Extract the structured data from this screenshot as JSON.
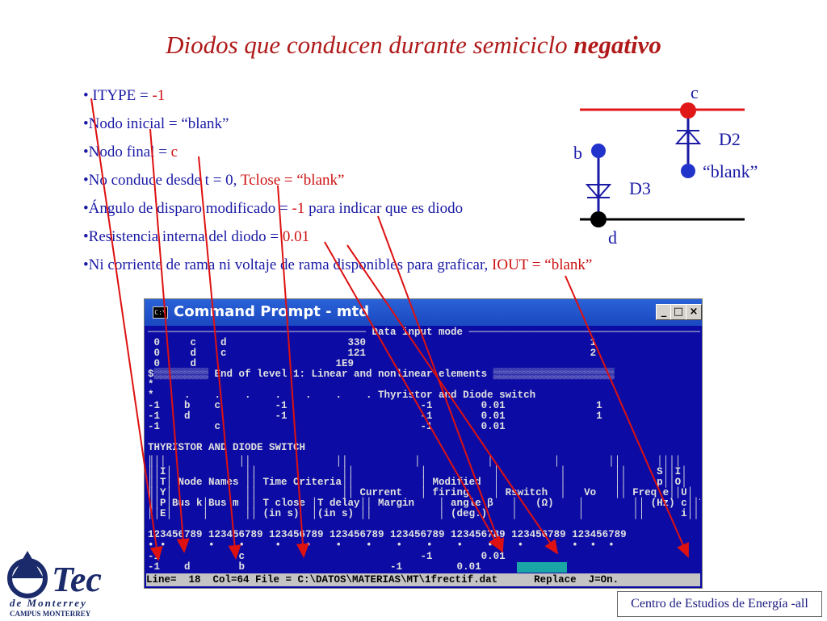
{
  "slide": {
    "title_main": "Diodos que conducen durante semiciclo",
    "title_emph": "negativo",
    "bullets": [
      {
        "text": "• ITYPE = ",
        "value": "-1",
        "rest": ""
      },
      {
        "text": "•Nodo inicial = “blank”",
        "value": "",
        "rest": ""
      },
      {
        "text": "•Nodo final = ",
        "value": "c",
        "rest": ""
      },
      {
        "text": "•No conduce desde t = 0, ",
        "value": "Tclose = “blank”",
        "rest": ""
      },
      {
        "text": "•Ángulo de disparo modificado = ",
        "value": "-1",
        "rest": " para indicar que es diodo"
      },
      {
        "text": "•Resistencia interna del diodo = ",
        "value": "0.01",
        "rest": ""
      },
      {
        "text": "•Ni corriente de rama ni voltaje de rama disponibles para graficar, ",
        "value": "IOUT = “blank”",
        "rest": ""
      }
    ]
  },
  "circuit": {
    "node_c": "c",
    "node_b": "b",
    "node_d": "d",
    "diode_top": "D2",
    "diode_left": "D3",
    "blank_label": "“blank”"
  },
  "window": {
    "title": "Command Prompt - mtd",
    "sys_icon": "C:\\",
    "minimize": "_",
    "maximize": "□",
    "close": "×"
  },
  "terminal": {
    "lines": [
      "──────────────────────────────────── Data input mode ────────────────────────────────────────",
      " 0     c    d                    330                                     1",
      " 0     d    c                    121                                     2",
      " 0     d                       1E9",
      "$▒▒▒▒▒▒▒▒▒ End of level 1: Linear and nonlinear elements ▒▒▒▒▒▒▒▒▒▒▒▒▒▒▒▒▒▒▒▒",
      "*",
      "*     .    .    .    .    .    .    . Thyristor and Diode switch",
      "-1    b    c         -1                      -1        0.01               1",
      "-1    d              -1                      -1        0.01               1",
      "-1         c                                 -1        0.01",
      "",
      "THYRISTOR AND DIODE SWITCH"
    ],
    "hdr_lines": [
      "║││            ││              ││           │           │          │        ││      ││││",
      "║│I│            ││              ││           │           │          │        ││     S││I│",
      "║│T│ Node Names ││ Time Criteria││           │ Modified  │          │        ││     p││O│",
      "║│Y│            ││              ││ Current   │ firing    │ Rswitch  │   Vo   ││ Freq e││U│",
      "║│P│Bus k│Bus m ││ T close │T delay││ Margin    │ angle β   │   (Ω)    │        ││ (Hz) c││T│",
      "║│E│     │      ││ (in s)  │(in s) ││           │ (deg.)    │          │        ││      i││ │",
      "123456789 123456789 123456789 123456789 123456789 123456789 123456789 123456789",
      "• •  •    •    •     •    •    •    •    •    •    •    •    •    •   •  •  •",
      "-1             c                             -1        0.01",
      "-1    d        b                        -1         0.01"
    ],
    "status_line": "Line=  18  Col=64 File = C:\\DATOS\\MATERIAS\\MT\\1frectif.dat      Replace  J=On."
  },
  "logo": {
    "brand": "Tec",
    "line2": "de Monterrey",
    "line3": "CAMPUS MONTERREY"
  },
  "footer": "Centro de Estudios de Energía -all",
  "colors": {
    "title": "#b01a1a",
    "bullet_text": "#1a1aa6",
    "bullet_value": "#cc1111",
    "terminal_bg": "#0c0ca4",
    "annotation_arrow": "#dd1111"
  }
}
